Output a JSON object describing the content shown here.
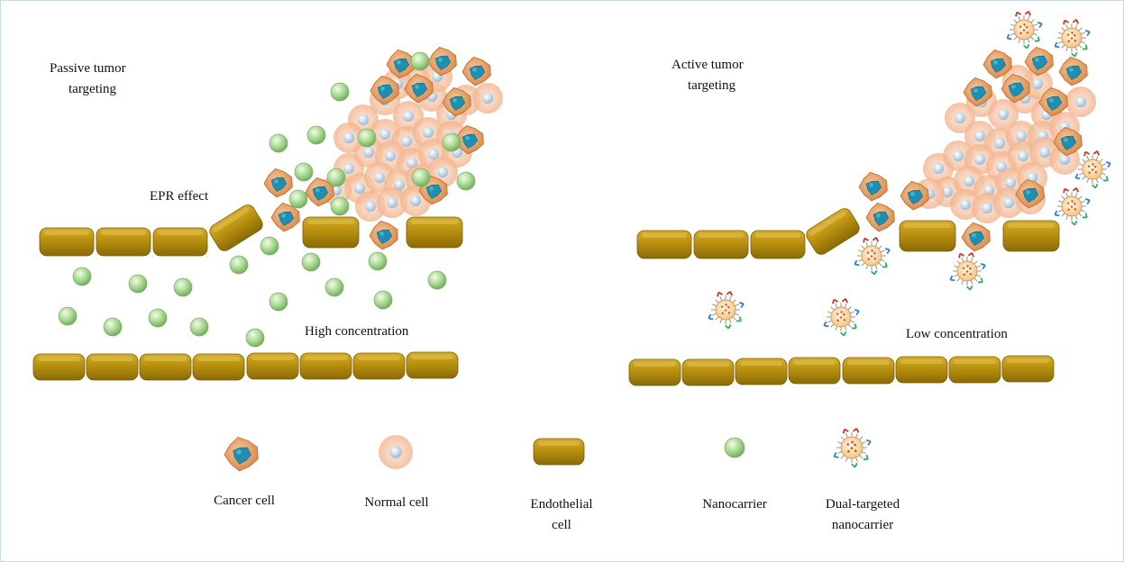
{
  "passive_panel": {
    "title_line1": "Passive tumor",
    "title_line2": "targeting",
    "epr_label": "EPR effect",
    "concentration_label": "High concentration"
  },
  "active_panel": {
    "title_line1": "Active tumor",
    "title_line2": "targeting",
    "concentration_label": "Low concentration"
  },
  "legend": {
    "cancer_cell": "Cancer cell",
    "normal_cell": "Normal cell",
    "endothelial_line1": "Endothelial",
    "endothelial_line2": "cell",
    "nanocarrier": "Nanocarrier",
    "dual_line1": "Dual-targeted",
    "dual_line2": "nanocarrier"
  },
  "colors": {
    "endothelial": "#b8900e",
    "nanocarrier": "#a8d890",
    "cancer_cell": "#e8a46a",
    "cancer_nucleus": "#1e8fb0",
    "normal_cell": "#f7c8a8",
    "frame": "#c9dbe3"
  }
}
